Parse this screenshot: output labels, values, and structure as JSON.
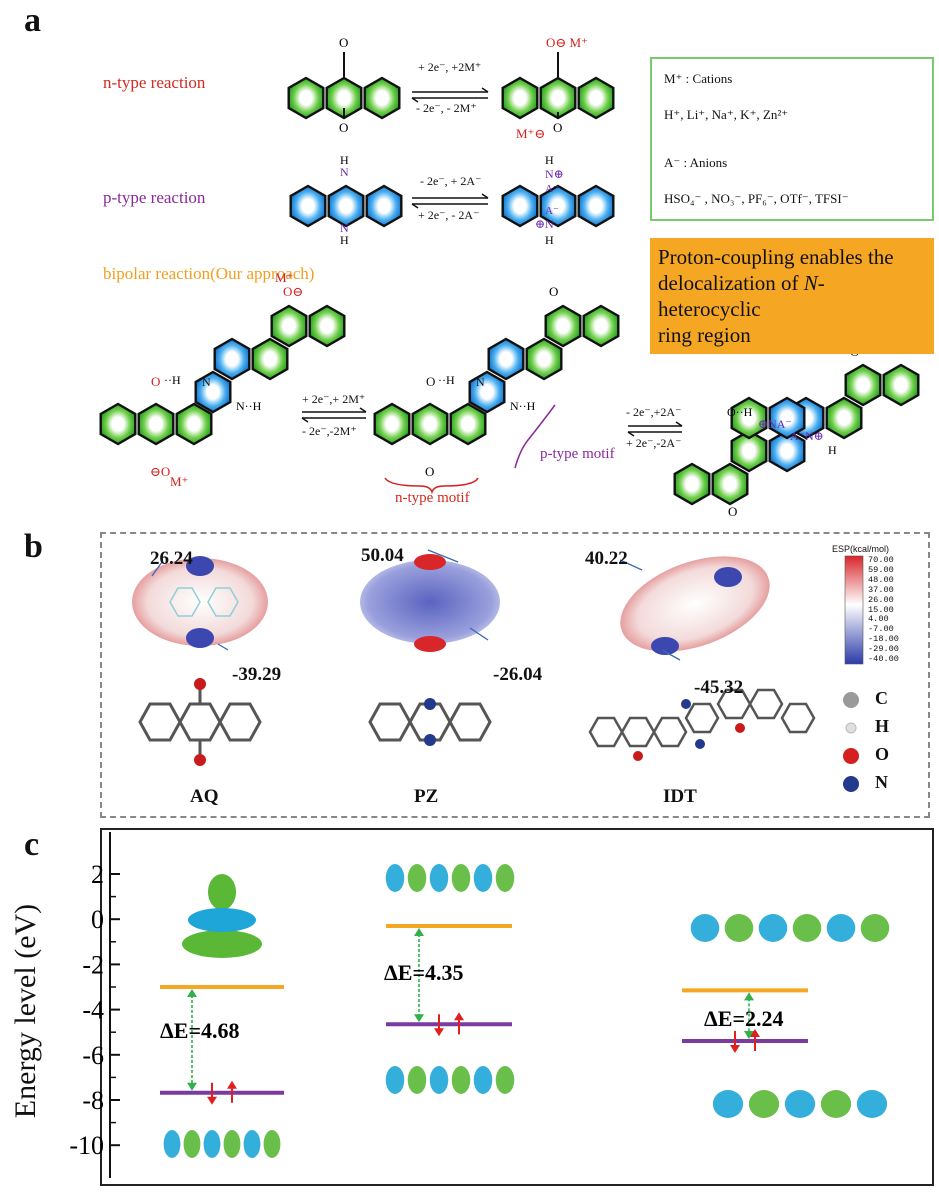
{
  "panels": {
    "a": "a",
    "b": "b",
    "c": "c"
  },
  "panel_a": {
    "n_type": "n-type reaction",
    "p_type": "p-type reaction",
    "bipolar": "bipolar reaction(Our approach)",
    "n_fwd": "+ 2e⁻, +2M⁺",
    "n_rev": "- 2e⁻, - 2M⁺",
    "p_fwd": "- 2e⁻, + 2A⁻",
    "p_rev": "+ 2e⁻, - 2A⁻",
    "b1_fwd": "+ 2e⁻,+ 2M⁺",
    "b1_rev": "- 2e⁻,-2M⁺",
    "b2_fwd": "- 2e⁻,+2A⁻",
    "b2_rev": "+ 2e⁻,-2A⁻",
    "n_motif": "n-type motif",
    "p_motif": "p-type motif",
    "legend": {
      "cations_title": "M⁺ : Cations",
      "cations": "H⁺, Li⁺, Na⁺, K⁺, Zn²⁺",
      "anions_title": "A⁻ : Anions",
      "anions": "HSO₄⁻ , NO₃⁻, PF₆⁻, OTf⁻, TFSI⁻"
    },
    "note_line1": "Proton-coupling enables the",
    "note_line2_pre": "delocalization of ",
    "note_line2_em": "N",
    "note_line2_post": "-heterocyclic",
    "note_line3": "ring region",
    "atom_O": "O",
    "atom_N": "N",
    "atom_H": "H",
    "atom_M": "M⁺",
    "atom_A": "A⁻"
  },
  "panel_b": {
    "esp_title": "ESP(kcal/mol)",
    "esp_ticks": [
      "70.00",
      "59.00",
      "48.00",
      "37.00",
      "26.00",
      "15.00",
      "4.00",
      "-7.00",
      "-18.00",
      "-29.00",
      "-40.00"
    ],
    "molecules": [
      {
        "name": "AQ",
        "max": "26.24",
        "min": "-39.29"
      },
      {
        "name": "PZ",
        "max": "50.04",
        "min": "-26.04"
      },
      {
        "name": "IDT",
        "max": "40.22",
        "min": "-45.32"
      }
    ],
    "atoms": [
      {
        "symbol": "C",
        "color": "#9a9a9a"
      },
      {
        "symbol": "H",
        "color": "#e8e8e8"
      },
      {
        "symbol": "O",
        "color": "#d42020"
      },
      {
        "symbol": "N",
        "color": "#233a8c"
      }
    ]
  },
  "panel_c": {
    "ylabel": "Energy level (eV)",
    "yticks": [
      "2",
      "0",
      "-2",
      "-4",
      "-6",
      "-8",
      "-10"
    ],
    "gaps": [
      {
        "label": "ΔE=4.68",
        "lumo": -3.0,
        "homo": -7.68
      },
      {
        "label": "ΔE=4.35",
        "lumo": -0.3,
        "homo": -4.65
      },
      {
        "label": "ΔE=2.24",
        "lumo": -3.15,
        "homo": -5.39
      }
    ],
    "colors": {
      "lumo": "#f5a623",
      "homo": "#7a3aa0",
      "arrow": "#2fb24a",
      "spin": "#e02020"
    }
  }
}
